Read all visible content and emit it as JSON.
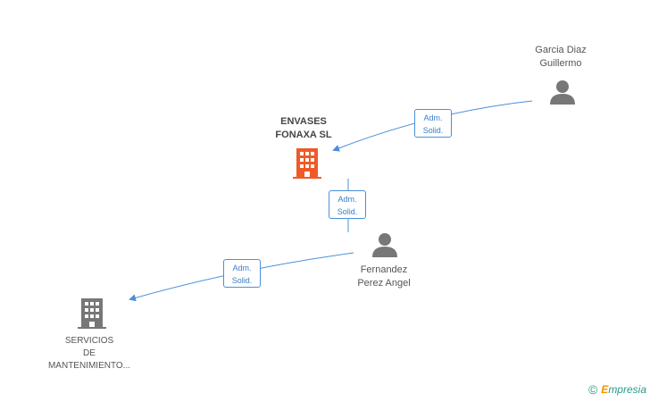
{
  "nodes": {
    "main_company": {
      "line1": "ENVASES",
      "line2": "FONAXA SL",
      "color": "#f05a28"
    },
    "person_1": {
      "line1": "Garcia Diaz",
      "line2": "Guillermo",
      "color": "#777777"
    },
    "person_2": {
      "line1": "Fernandez",
      "line2": "Perez Angel",
      "color": "#777777"
    },
    "company_2": {
      "line1": "SERVICIOS",
      "line2": "DE",
      "line3": "MANTENIMIENTO...",
      "color": "#777777"
    }
  },
  "edges": {
    "edge_1": {
      "line1": "Adm.",
      "line2": "Solid."
    },
    "edge_2": {
      "line1": "Adm.",
      "line2": "Solid."
    },
    "edge_3": {
      "line1": "Adm.",
      "line2": "Solid."
    }
  },
  "colors": {
    "edge": "#4a90d9"
  },
  "watermark": {
    "symbol": "©",
    "brand_initial": "E",
    "brand_rest": "mpresia"
  }
}
